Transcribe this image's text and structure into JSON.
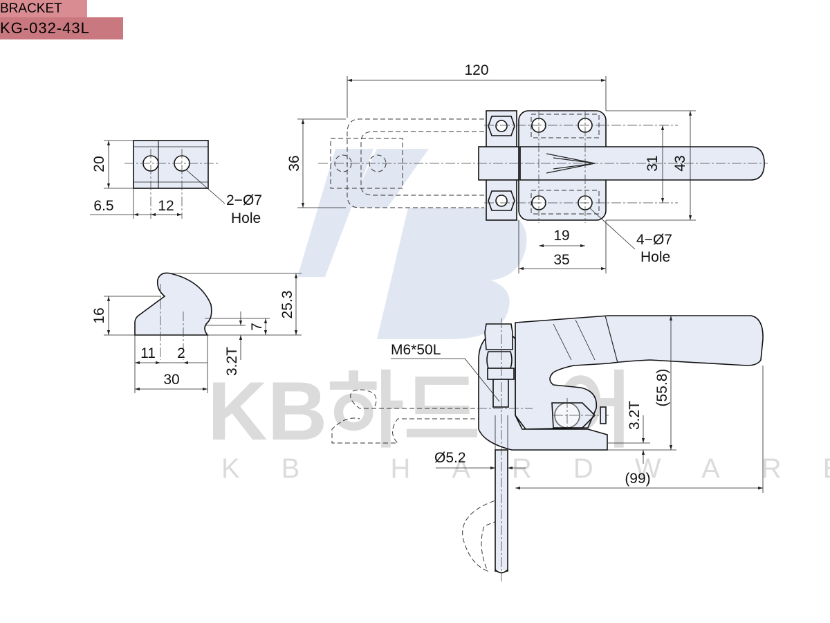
{
  "watermark": {
    "logo_letters": "KB",
    "brand_korean": "KB하드웨어",
    "brand_english": "KB HARDWARE"
  },
  "labels": {
    "bracket": "BRACKET",
    "model": "KG-032-43L"
  },
  "dimensions": {
    "d120": "120",
    "d36": "36",
    "d31": "31",
    "d43": "43",
    "d19": "19",
    "d35": "35",
    "hole4": "4−Ø7",
    "hole4_sub": "Hole",
    "d20": "20",
    "d6_5": "6.5",
    "d12": "12",
    "hole2": "2−Ø7",
    "hole2_sub": "Hole",
    "d16": "16",
    "d25_3": "25.3",
    "d7": "7",
    "d11": "11",
    "d2": "2",
    "d3_2t_bracket": "3.2T",
    "d30": "30",
    "bolt": "M6*50L",
    "d3_2t_clamp": "3.2T",
    "d55_8": "(55.8)",
    "d5_2": "Ø5.2",
    "d99": "(99)"
  }
}
